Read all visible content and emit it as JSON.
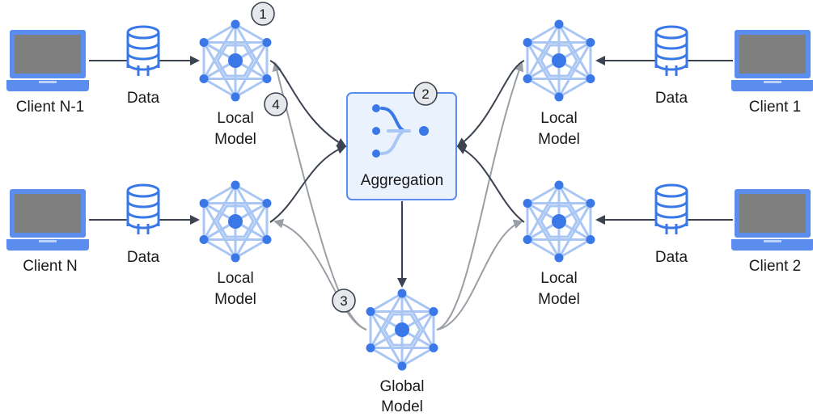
{
  "clients": [
    {
      "id": "client-n-1",
      "label": "Client N-1",
      "data_label": "Data",
      "model_label": [
        "Local",
        "Model"
      ]
    },
    {
      "id": "client-n",
      "label": "Client N",
      "data_label": "Data",
      "model_label": [
        "Local",
        "Model"
      ]
    },
    {
      "id": "client-1",
      "label": "Client 1",
      "data_label": "Data",
      "model_label": [
        "Local",
        "Model"
      ]
    },
    {
      "id": "client-2",
      "label": "Client 2",
      "data_label": "Data",
      "model_label": [
        "Local",
        "Model"
      ]
    }
  ],
  "aggregation": {
    "label": "Aggregation"
  },
  "global_model": {
    "label": [
      "Global",
      "Model"
    ]
  },
  "steps": [
    "1",
    "2",
    "3",
    "4"
  ],
  "colors": {
    "laptop_frame": "#5b8def",
    "laptop_screen": "#7f7f7f",
    "node": "#3b78e7",
    "edge": "#a9c6f4",
    "arrow_dark": "#3c4350",
    "arrow_gray": "#9a9ea5",
    "agg_fill": "#eaf2fd",
    "agg_stroke": "#5b8def",
    "agg_icon_light": "#a9c6f4"
  }
}
